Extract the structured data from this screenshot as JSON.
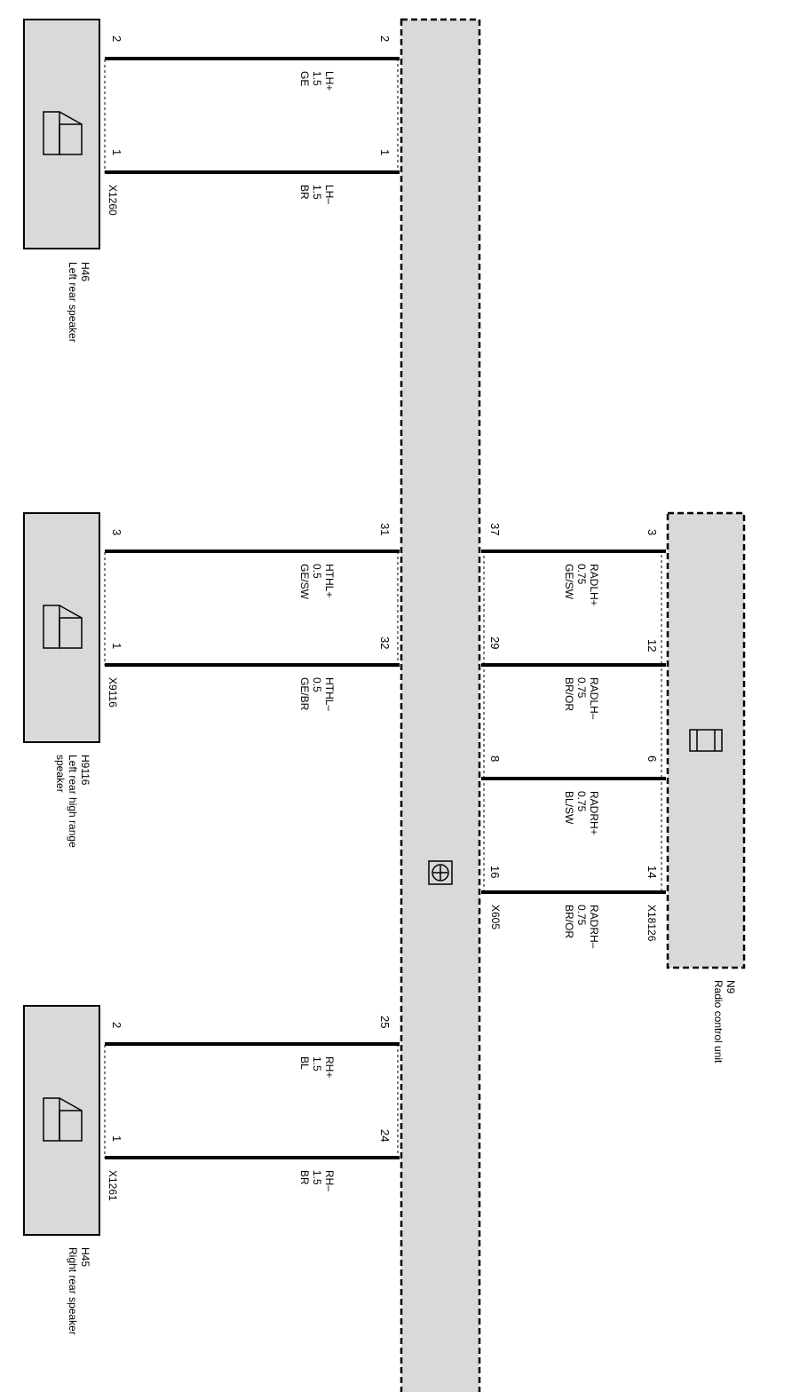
{
  "components": {
    "h46": {
      "id": "H46",
      "name": "Left rear speaker",
      "connector": "X1260",
      "pins": [
        "2",
        "1"
      ]
    },
    "h9116": {
      "id": "H9116",
      "name_line1": "Left rear high range",
      "name_line2": "speaker",
      "connector": "X9116",
      "pins": [
        "3",
        "1"
      ]
    },
    "h45": {
      "id": "H45",
      "name": "Right rear speaker",
      "connector": "X1261",
      "pins": [
        "2",
        "1"
      ]
    },
    "n9": {
      "id": "N9",
      "name": "Radio control unit",
      "connector": "X18126",
      "pins": [
        "3",
        "12",
        "6",
        "14"
      ]
    },
    "amp": {
      "connector": "X605",
      "left_pins": [
        "2",
        "1",
        "31",
        "32",
        "25",
        "24"
      ],
      "right_pins": [
        "37",
        "29",
        "8",
        "16"
      ]
    }
  },
  "wires": [
    {
      "signal": "LH+",
      "size": "1.5",
      "color": "GE"
    },
    {
      "signal": "LH–",
      "size": "1.5",
      "color": "BR"
    },
    {
      "signal": "HTHL+",
      "size": "0.5",
      "color": "GE/SW"
    },
    {
      "signal": "HTHL–",
      "size": "0.5",
      "color": "GE/BR"
    },
    {
      "signal": "RH+",
      "size": "1.5",
      "color": "BL"
    },
    {
      "signal": "RH–",
      "size": "1.5",
      "color": "BR"
    },
    {
      "signal": "RADLH+",
      "size": "0.75",
      "color": "GE/SW"
    },
    {
      "signal": "RADLH–",
      "size": "0.75",
      "color": "BR/OR"
    },
    {
      "signal": "RADRH+",
      "size": "0.75",
      "color": "BL/SW"
    },
    {
      "signal": "RADRH–",
      "size": "0.75",
      "color": "BR/OR"
    }
  ],
  "icons": {
    "speaker": "speaker-icon",
    "amplifier": "amplifier-icon",
    "radio": "radio-icon"
  }
}
